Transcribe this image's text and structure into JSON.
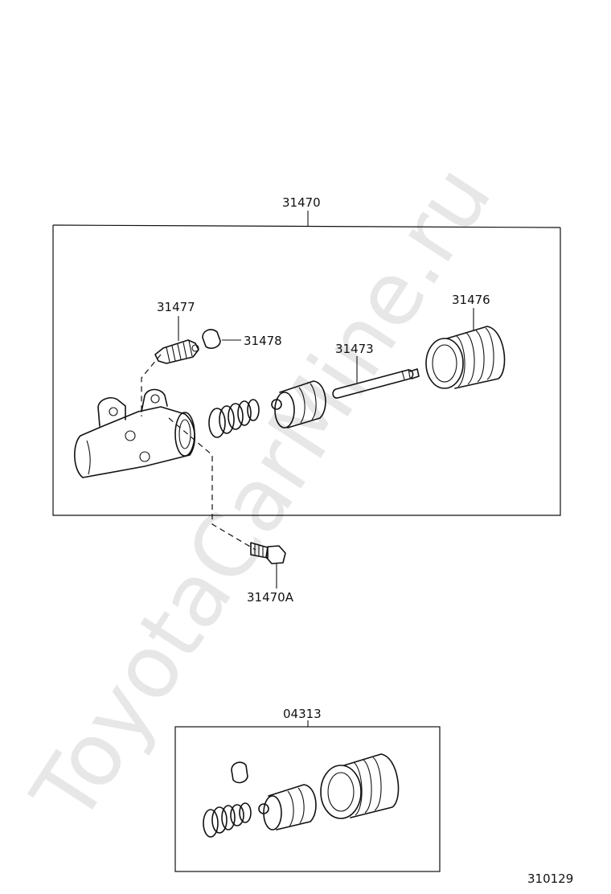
{
  "watermark": "ToyotaCarMine.ru",
  "assembly": {
    "label": "31470"
  },
  "kit": {
    "label": "04313"
  },
  "callouts": {
    "p31477": "31477",
    "p31478": "31478",
    "p31473": "31473",
    "p31476": "31476",
    "p31470A": "31470A"
  },
  "figure_number": "310129"
}
